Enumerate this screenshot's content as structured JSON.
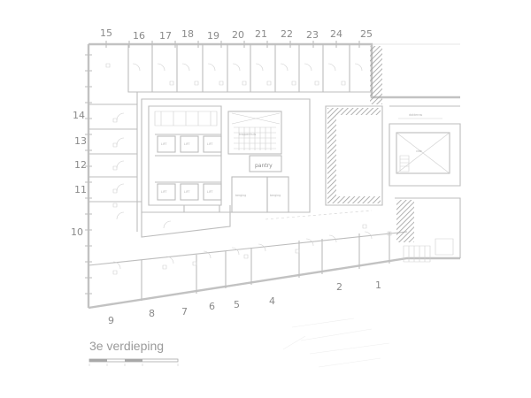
{
  "floor_title": "3e verdieping",
  "room_numbers_top": [
    "15",
    "16",
    "17",
    "18",
    "19",
    "20",
    "21",
    "22",
    "23",
    "24",
    "25"
  ],
  "room_numbers_left": [
    "14",
    "13",
    "12",
    "11",
    "10"
  ],
  "room_numbers_bottom": [
    "9",
    "8",
    "7",
    "6",
    "5",
    "4",
    "2",
    "1"
  ],
  "core_labels": {
    "lift1": "LIFT",
    "lift2": "LIFT",
    "lift3": "LIFT",
    "lift4": "LIFT",
    "lift5": "LIFT",
    "lift6": "LIFT",
    "stair": "trappenhuis",
    "pantry": "pantry",
    "storage1": "berging",
    "storage2": "berging",
    "atrium": "vide",
    "east_top": "dakterras"
  },
  "colors": {
    "line": "#bdbdbd",
    "handwriting": "#8a8a8a",
    "title": "#9a9a9a"
  }
}
